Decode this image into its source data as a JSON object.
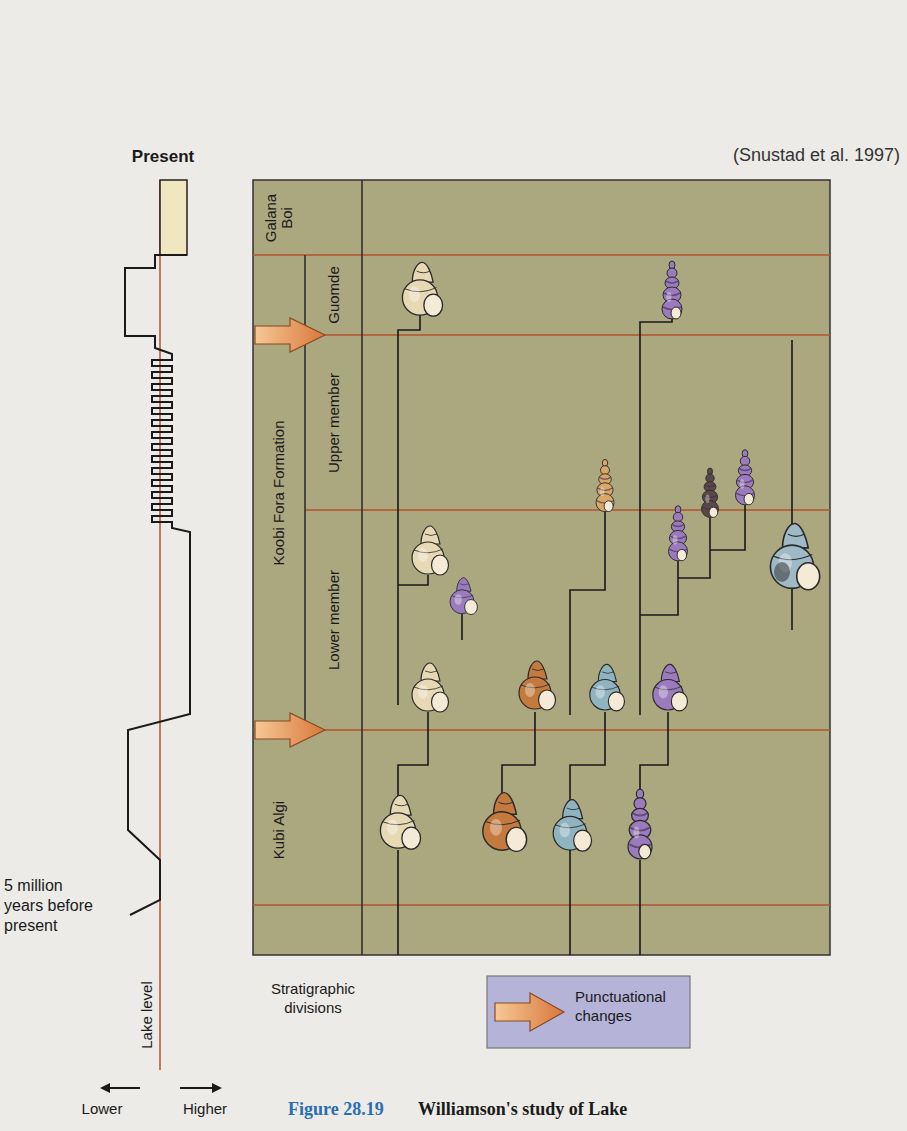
{
  "diagram": {
    "caption": "Williamson's study of Lake",
    "nodes": [
      {
        "text": [
          "Galana Boi"
        ]
      },
      {
        "text": [
          "Guomde"
        ]
      },
      {
        "text": [
          "Upper member"
        ]
      },
      {
        "text": [
          "Koobi Fora Formation"
        ]
      },
      {
        "text": [
          "Lower member"
        ]
      },
      {
        "text": [
          "Kubi Algi"
        ]
      }
    ],
    "labels": [
      "Present",
      "(Snustad et al. 1997)",
      "5 million years before present",
      "Lake level",
      "Stratigraphic divisions",
      "Lower",
      "Higher",
      "Figure 28.19"
    ],
    "legend": [
      {
        "text": "Punctuational changes"
      }
    ]
  }
}
